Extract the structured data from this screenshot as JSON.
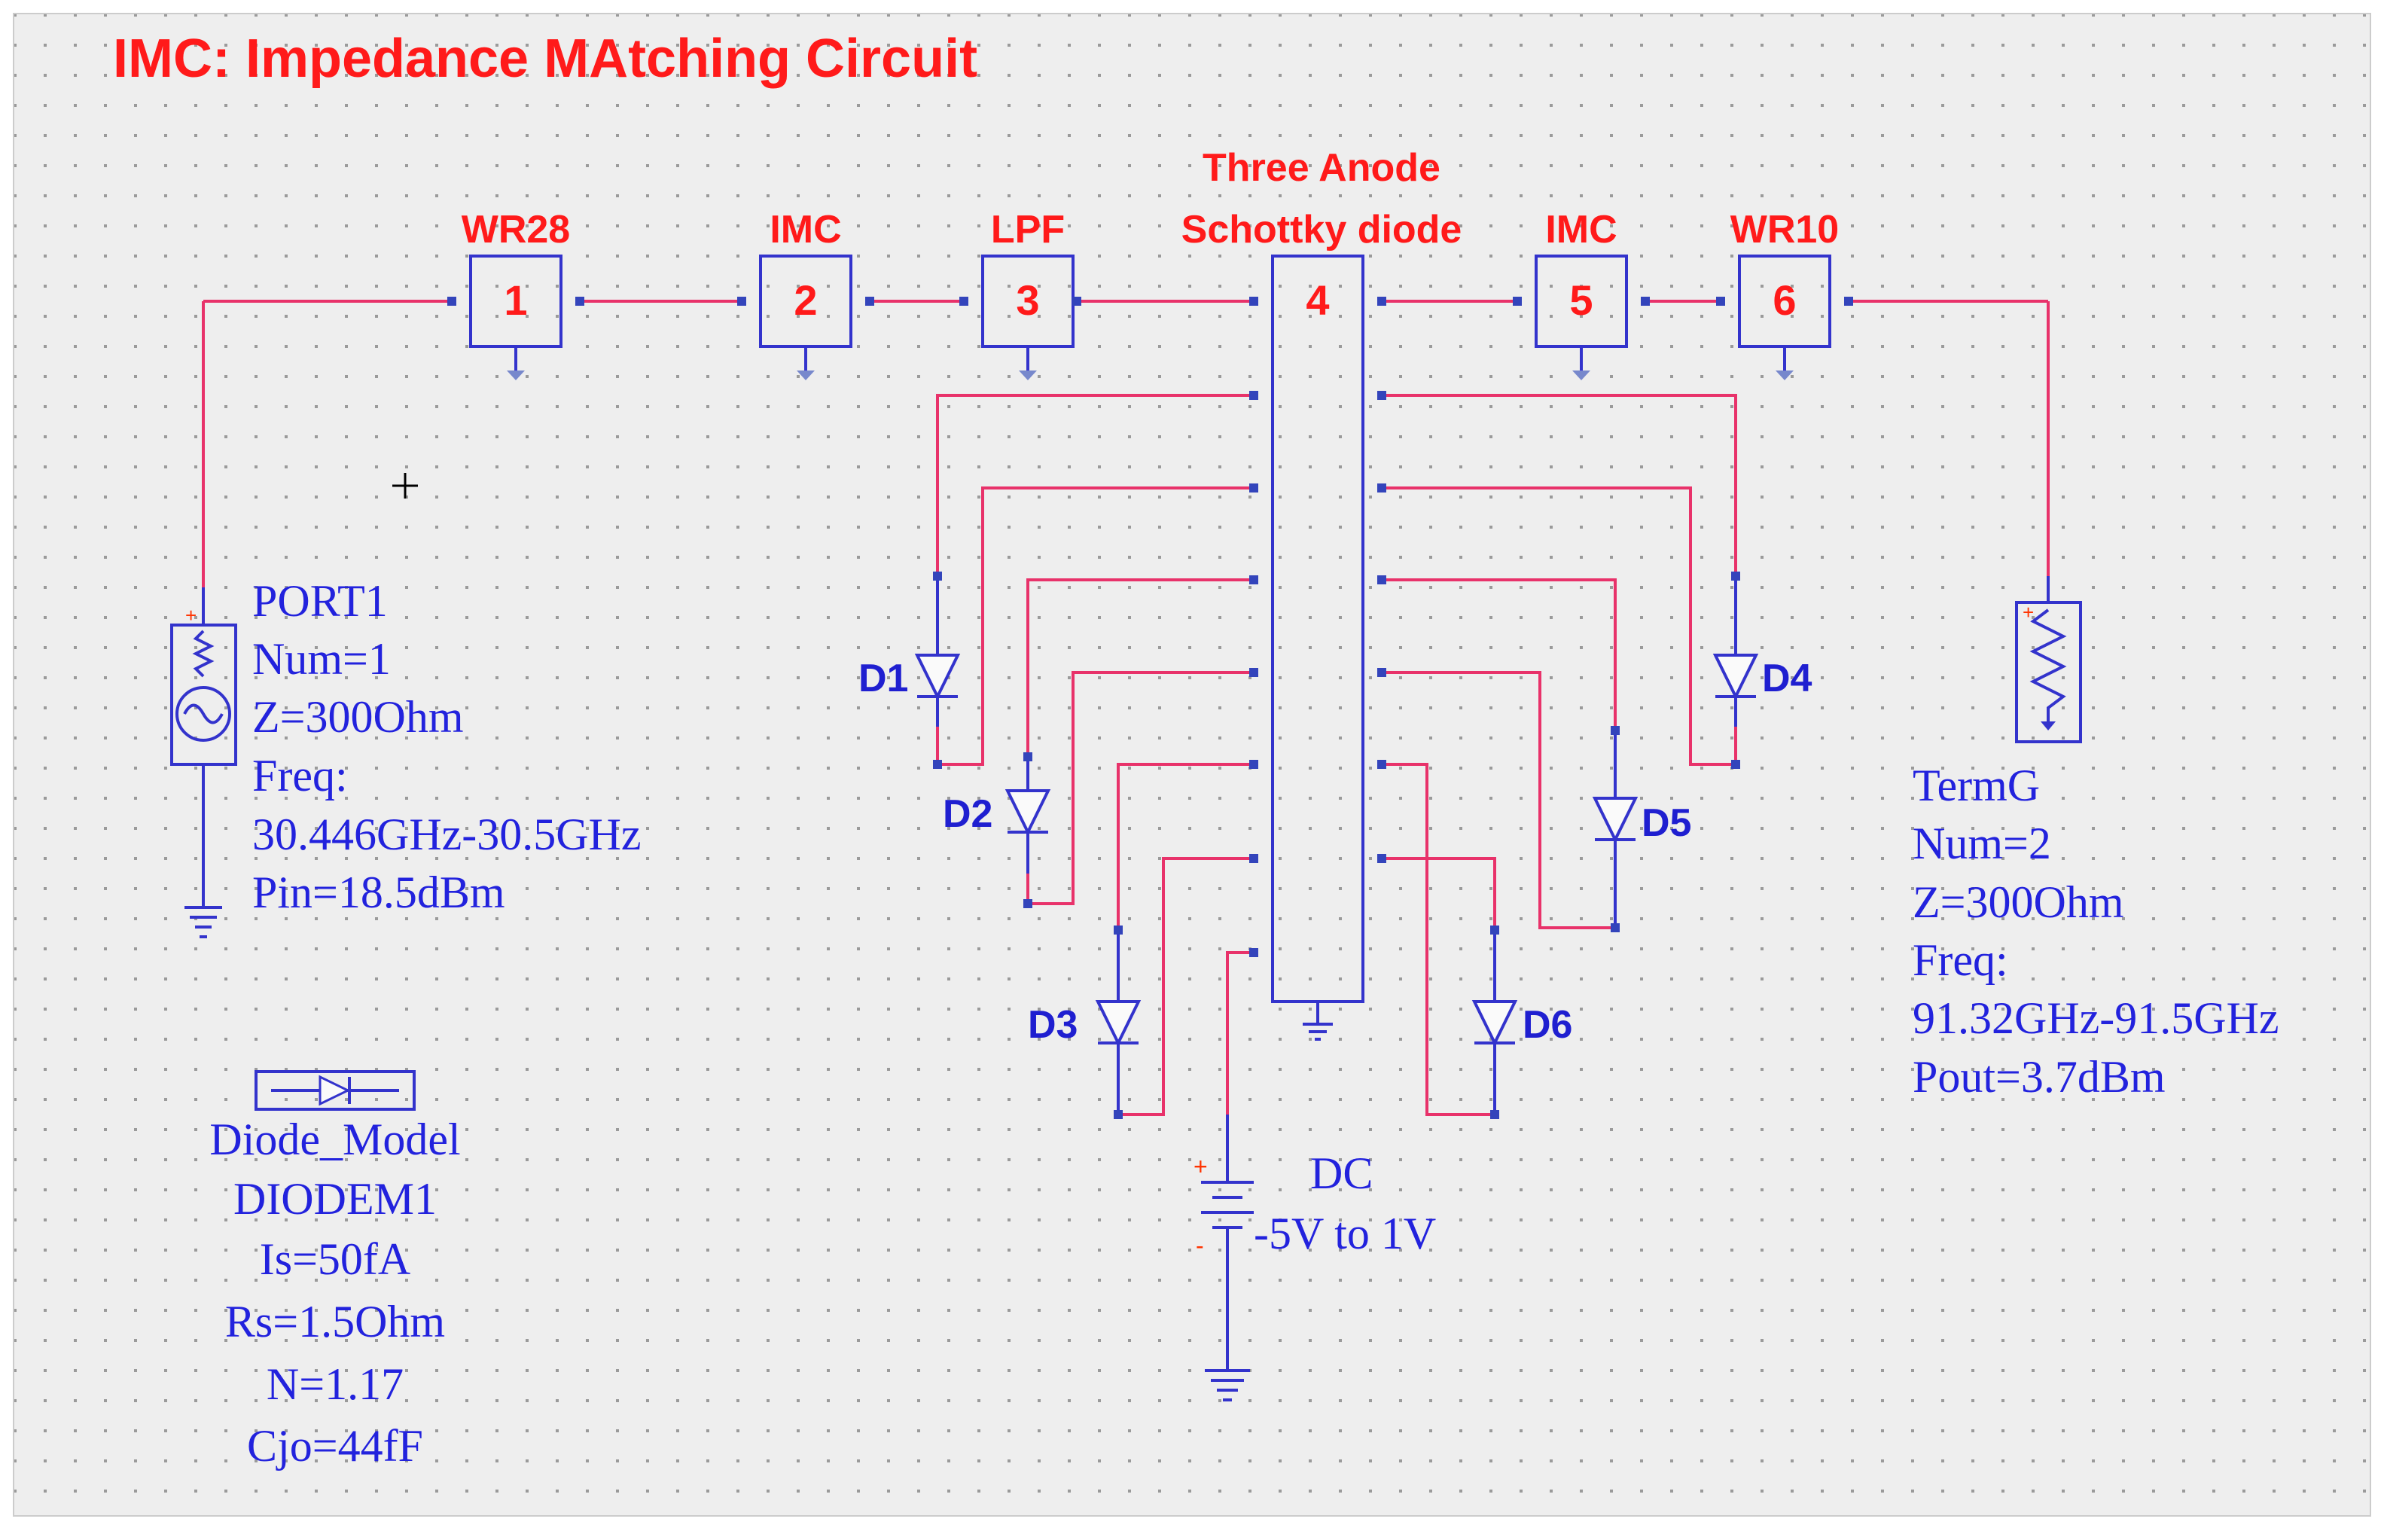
{
  "title": "IMC: Impedance MAtching Circuit",
  "blocks": [
    {
      "label": "WR28",
      "number": "1"
    },
    {
      "label": "IMC",
      "number": "2"
    },
    {
      "label": "LPF",
      "number": "3"
    },
    {
      "label_line1": "Three Anode",
      "label_line2": "Schottky diode",
      "number": "4"
    },
    {
      "label": "IMC",
      "number": "5"
    },
    {
      "label": "WR10",
      "number": "6"
    }
  ],
  "diodes": [
    "D1",
    "D2",
    "D3",
    "D4",
    "D5",
    "D6"
  ],
  "port1": {
    "lines": [
      "PORT1",
      "Num=1",
      "Z=300Ohm",
      "Freq:",
      "30.446GHz-30.5GHz",
      "Pin=18.5dBm"
    ]
  },
  "termg": {
    "lines": [
      "TermG",
      "Num=2",
      "Z=300Ohm",
      "Freq:",
      "91.32GHz-91.5GHz",
      "Pout=3.7dBm"
    ]
  },
  "diode_model": {
    "lines": [
      "Diode_Model",
      "DIODEM1",
      "Is=50fA",
      "Rs=1.5Ohm",
      "N=1.17",
      "Cjo=44fF"
    ]
  },
  "dc_source": {
    "lines": [
      "DC",
      "-5V to 1V"
    ]
  },
  "colors": {
    "wire": "#e8326a",
    "component": "#3333cc",
    "label_red": "#ff1a1a",
    "label_blue": "#2222dd",
    "grid": "#9a9a9a"
  }
}
